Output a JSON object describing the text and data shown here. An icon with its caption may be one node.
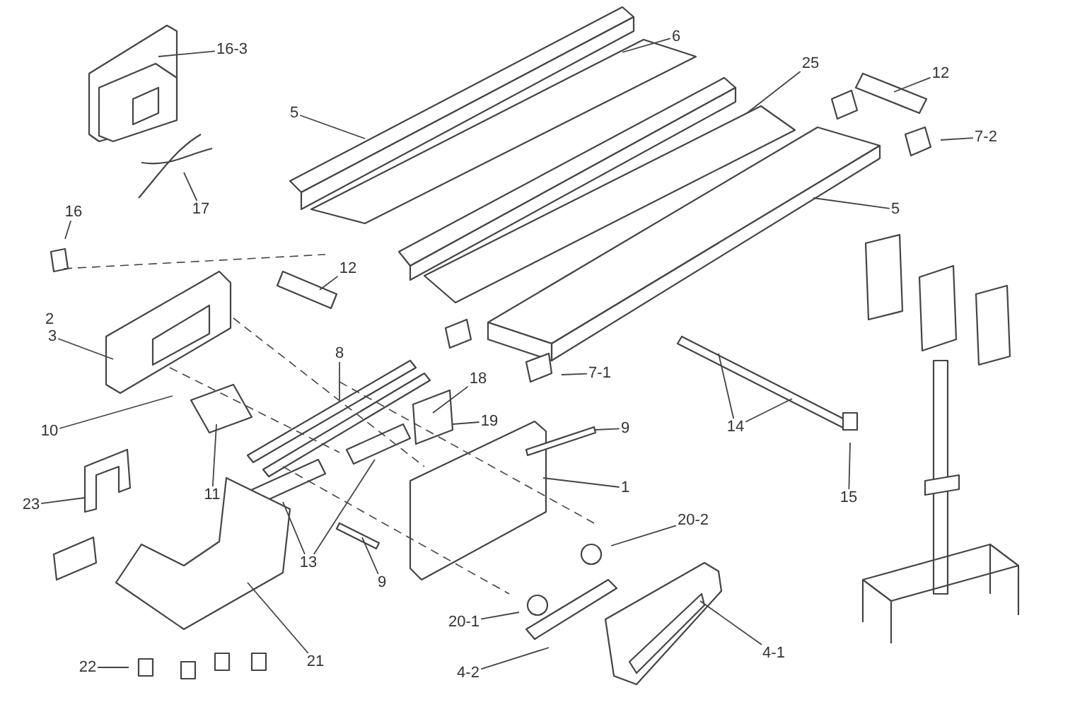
{
  "diagram": {
    "nodes": [
      {
        "text": [
          "16-3"
        ]
      },
      {
        "text": [
          "17"
        ]
      },
      {
        "text": [
          "5"
        ]
      },
      {
        "text": [
          "6"
        ]
      },
      {
        "text": [
          "25"
        ]
      },
      {
        "text": [
          "12"
        ]
      },
      {
        "text": [
          "7-2"
        ]
      },
      {
        "text": [
          "5"
        ]
      },
      {
        "text": [
          "16"
        ]
      },
      {
        "text": [
          "12"
        ]
      },
      {
        "text": [
          "3"
        ]
      },
      {
        "text": [
          "8"
        ]
      },
      {
        "text": [
          "18"
        ]
      },
      {
        "text": [
          "19"
        ]
      },
      {
        "text": [
          "7-1"
        ]
      },
      {
        "text": [
          "14"
        ]
      },
      {
        "text": [
          "10"
        ]
      },
      {
        "text": [
          "9"
        ]
      },
      {
        "text": [
          "11"
        ]
      },
      {
        "text": [
          "1"
        ]
      },
      {
        "text": [
          "23"
        ]
      },
      {
        "text": [
          "13"
        ]
      },
      {
        "text": [
          "20-2"
        ]
      },
      {
        "text": [
          "9"
        ]
      },
      {
        "text": [
          "15"
        ]
      },
      {
        "text": [
          "20-1"
        ]
      },
      {
        "text": [
          "21"
        ]
      },
      {
        "text": [
          "4-2"
        ]
      },
      {
        "text": [
          "4-1"
        ]
      },
      {
        "text": [
          "22"
        ]
      }
    ],
    "edges": [
      {
        "from": 0,
        "to": null,
        "arrow": "none"
      },
      {
        "from": 1,
        "to": null,
        "arrow": "none"
      },
      {
        "from": 2,
        "to": null,
        "arrow": "none"
      },
      {
        "from": 3,
        "to": null,
        "arrow": "none"
      },
      {
        "from": 4,
        "to": null,
        "arrow": "none"
      },
      {
        "from": 5,
        "to": null,
        "arrow": "none"
      },
      {
        "from": 6,
        "to": null,
        "arrow": "none"
      },
      {
        "from": 7,
        "to": null,
        "arrow": "none"
      },
      {
        "from": 8,
        "to": null,
        "arrow": "none"
      },
      {
        "from": 9,
        "to": null,
        "arrow": "none"
      },
      {
        "from": 10,
        "to": null,
        "arrow": "none"
      },
      {
        "from": 11,
        "to": null,
        "arrow": "none"
      },
      {
        "from": 12,
        "to": null,
        "arrow": "none"
      },
      {
        "from": 13,
        "to": null,
        "arrow": "none"
      },
      {
        "from": 14,
        "to": null,
        "arrow": "none"
      },
      {
        "from": 15,
        "to": null,
        "arrow": "none"
      },
      {
        "from": 15,
        "to": null,
        "arrow": "none"
      },
      {
        "from": 16,
        "to": null,
        "arrow": "none"
      },
      {
        "from": 17,
        "to": null,
        "arrow": "none"
      },
      {
        "from": 18,
        "to": null,
        "arrow": "none"
      },
      {
        "from": 19,
        "to": null,
        "arrow": "none"
      },
      {
        "from": 20,
        "to": null,
        "arrow": "none"
      },
      {
        "from": 21,
        "to": null,
        "arrow": "none"
      },
      {
        "from": 21,
        "to": null,
        "arrow": "none"
      },
      {
        "from": 22,
        "to": null,
        "arrow": "none"
      },
      {
        "from": 23,
        "to": null,
        "arrow": "none"
      },
      {
        "from": 24,
        "to": null,
        "arrow": "none"
      },
      {
        "from": 25,
        "to": null,
        "arrow": "none"
      },
      {
        "from": 26,
        "to": null,
        "arrow": "none"
      },
      {
        "from": 27,
        "to": null,
        "arrow": "none"
      },
      {
        "from": 28,
        "to": null,
        "arrow": "none"
      },
      {
        "from": 29,
        "to": null,
        "arrow": "none"
      }
    ],
    "labels": [
      "2"
    ]
  }
}
